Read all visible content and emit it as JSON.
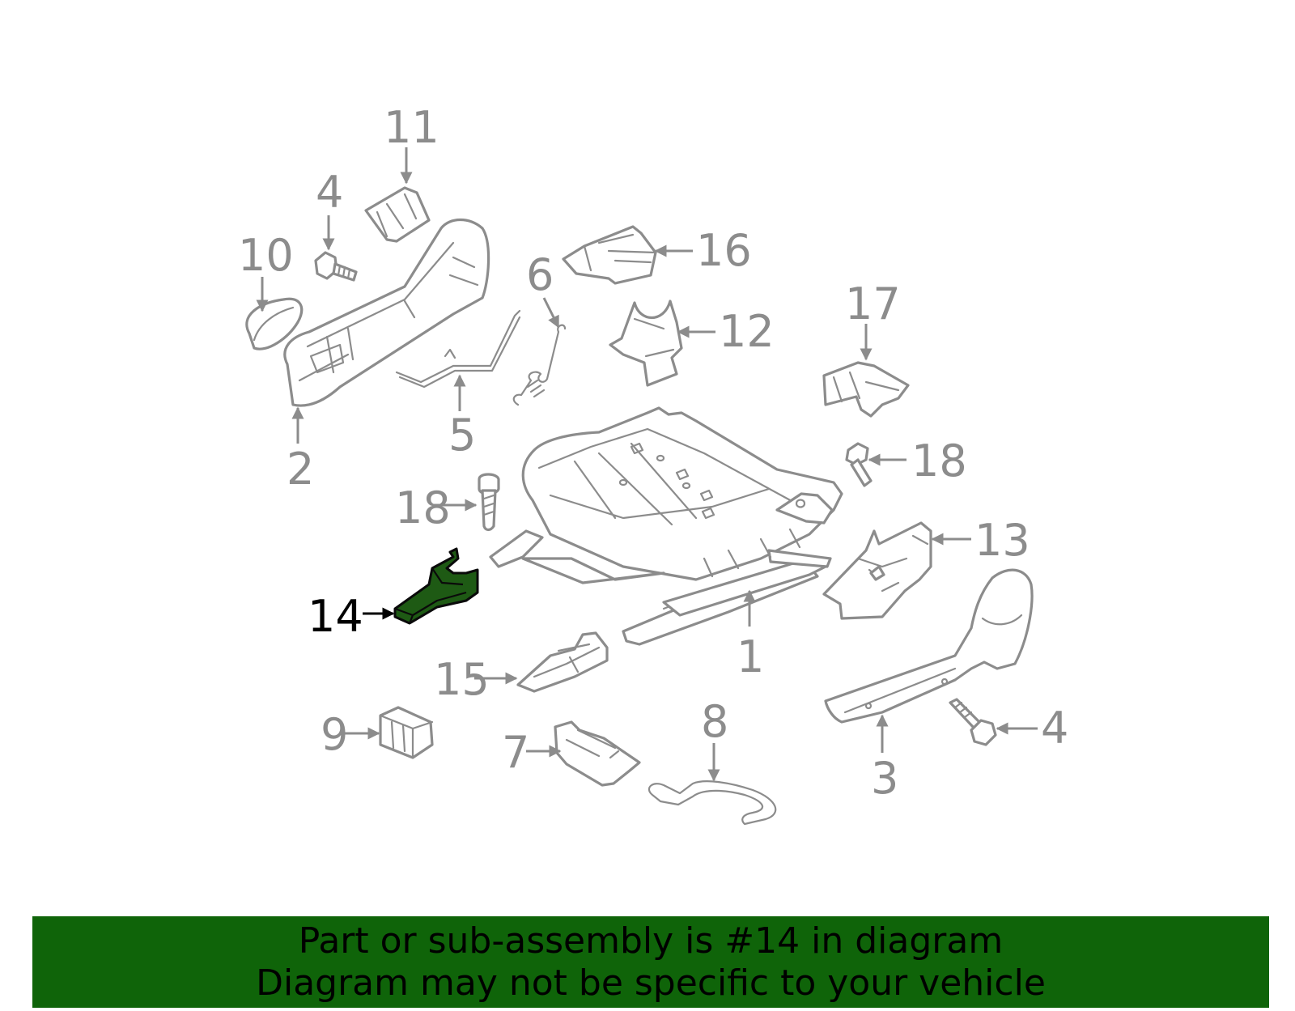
{
  "diagram": {
    "highlight_color": "#1e5a14",
    "line_color": "#8c8c8c",
    "callouts": {
      "c1": "1",
      "c2": "2",
      "c3": "3",
      "c4a": "4",
      "c4b": "4",
      "c5": "5",
      "c6": "6",
      "c7": "7",
      "c8": "8",
      "c9": "9",
      "c10": "10",
      "c11": "11",
      "c12": "12",
      "c13": "13",
      "c14": "14",
      "c15": "15",
      "c16": "16",
      "c17": "17",
      "c18a": "18",
      "c18b": "18"
    },
    "highlighted_part": "14"
  },
  "banner": {
    "background": "#0f6409",
    "line1": "Part or sub-assembly is #14 in diagram",
    "line2": "Diagram may not be specific to your vehicle"
  }
}
